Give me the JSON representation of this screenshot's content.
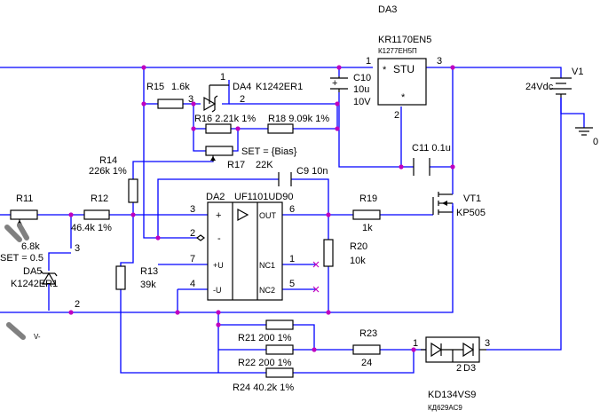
{
  "components": {
    "da3": {
      "ref": "DA3",
      "part": "KR1170EN5",
      "alt": "К1277ЕН5П",
      "body": "STU",
      "pin1": "1",
      "pin2": "2",
      "pin3": "3"
    },
    "v1": {
      "ref": "V1",
      "value": "24Vdc"
    },
    "ground": {
      "label": "0"
    },
    "c10": {
      "ref": "C10",
      "value": "10u",
      "voltage": "10V"
    },
    "r15": {
      "ref": "R15",
      "value": "1.6k"
    },
    "da4": {
      "ref": "DA4",
      "part": "K1242ER1",
      "pin1": "1",
      "pin2": "2",
      "pin3": "3"
    },
    "r16": {
      "label": "R16 2.21k 1%"
    },
    "r18": {
      "label": "R18 9.09k 1%"
    },
    "r17": {
      "ref": "R17",
      "value": "22K",
      "set": "SET = {Bias}"
    },
    "c9": {
      "label": "C9 10n"
    },
    "c11": {
      "label": "C11 0.1u"
    },
    "r14": {
      "ref": "R14",
      "value": "226k 1%"
    },
    "r11": {
      "ref": "R11",
      "value": "6.8k",
      "set": "SET = 0.5"
    },
    "r12": {
      "ref": "R12",
      "value": "46.4k 1%"
    },
    "da2": {
      "ref": "DA2",
      "part": "UF1101UD90",
      "out": "OUT",
      "pos": "+U",
      "neg": "-U",
      "nc1": "NC1",
      "nc2": "NC2",
      "p3": "3",
      "p2": "2",
      "p7": "7",
      "p4": "4",
      "p6": "6",
      "p1": "1",
      "p5": "5"
    },
    "r19": {
      "ref": "R19",
      "value": "1k"
    },
    "vt1": {
      "ref": "VT1",
      "part": "KP505"
    },
    "r20": {
      "ref": "R20",
      "value": "10k"
    },
    "da5": {
      "ref": "DA5",
      "part": "K1242ER1",
      "p3": "3",
      "p2": "2"
    },
    "r13": {
      "ref": "R13",
      "value": "39k"
    },
    "vminus": {
      "label": "V-"
    },
    "r21": {
      "label": "R21 200 1%"
    },
    "r22": {
      "label": "R22 200 1%"
    },
    "r23": {
      "ref": "R23",
      "value": "24"
    },
    "r24": {
      "label": "R24 40.2k 1%"
    },
    "d3": {
      "ref": "D3",
      "part": "KD134VS9",
      "alt": "КД629АС9",
      "p1": "1",
      "p2": "2",
      "p3": "3"
    }
  }
}
